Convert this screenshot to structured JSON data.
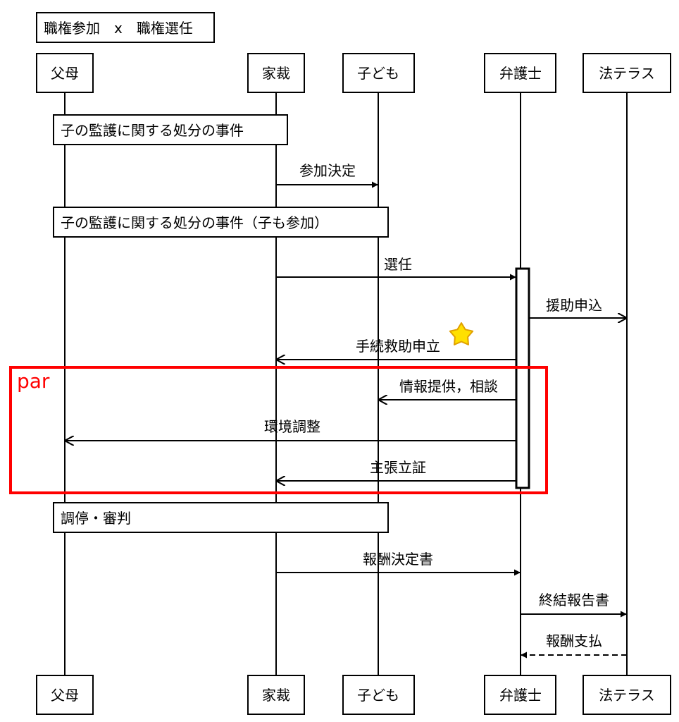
{
  "title": "職権参加　x　職権選任",
  "participants": [
    {
      "id": "parents",
      "label": "父母"
    },
    {
      "id": "court",
      "label": "家裁"
    },
    {
      "id": "child",
      "label": "子ども"
    },
    {
      "id": "lawyer",
      "label": "弁護士"
    },
    {
      "id": "houterasu",
      "label": "法テラス"
    }
  ],
  "notes": {
    "case1": "子の監護に関する処分の事件",
    "case2": "子の監護に関する処分の事件（子も参加）",
    "mediation": "調停・審判"
  },
  "messages": {
    "m1": "参加決定",
    "m2": "選任",
    "m3": "援助申込",
    "m4": "手続救助申立",
    "m5": "情報提供，相談",
    "m6": "環境調整",
    "m7": "主張立証",
    "m8": "報酬決定書",
    "m9": "終結報告書",
    "m10": "報酬支払"
  },
  "par_label": "par",
  "colors": {
    "line": "#000000",
    "par": "#ff0000",
    "star_fill": "#ffe000",
    "star_stroke": "#e0a000"
  },
  "icons": {
    "star": "star-icon"
  }
}
